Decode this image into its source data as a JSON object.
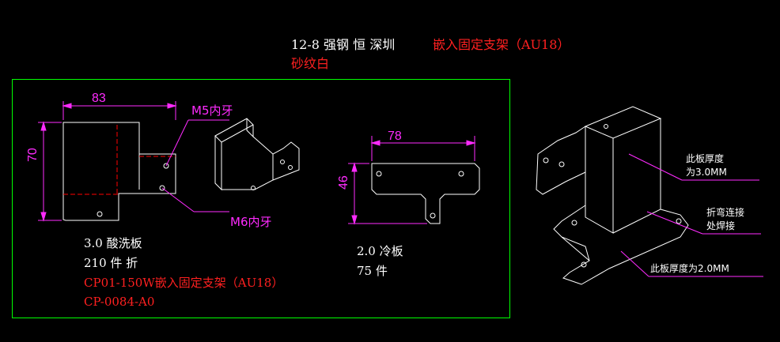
{
  "title": {
    "prefix": "12-8 强钢 恒 深圳",
    "product": "嵌入固定支架（AU18）",
    "finish": "砂纹白"
  },
  "frame": {
    "color": "#00ff00"
  },
  "colors": {
    "line": "#ffffff",
    "dimension": "#ff2bff",
    "note": "#ff2020",
    "background": "#000000",
    "centerline": "#ff0000"
  },
  "part1": {
    "dim_width": "83",
    "dim_height": "70",
    "callout_m5": "M5内牙",
    "callout_m6": "M6内牙",
    "material": "3.0 酸洗板",
    "quantity": "210 件 折",
    "part_name": "CP01-150W嵌入固定支架（AU18）",
    "part_number": "CP-0084-A0"
  },
  "part2": {
    "dim_width": "78",
    "dim_height": "46",
    "material": "2.0 冷板",
    "quantity": "75 件"
  },
  "assembly": {
    "note_thickness_top_line1": "此板厚度",
    "note_thickness_top_line2": "为3.0MM",
    "note_weld_line1": "折弯连接",
    "note_weld_line2": "处焊接",
    "note_thickness_bottom": "此板厚度为2.0MM"
  }
}
